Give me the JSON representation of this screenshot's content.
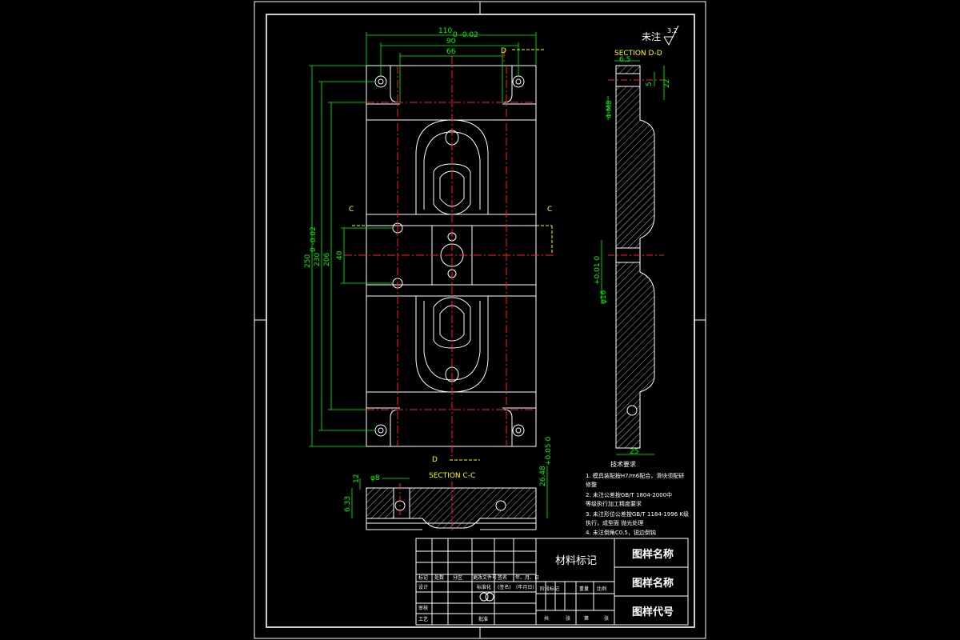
{
  "roughness": {
    "label": "未注",
    "value": "3.2"
  },
  "dims": {
    "w110": "110",
    "w110_tol": "0 -0.02",
    "w90": "90",
    "w66": "66",
    "h250": "250",
    "h250_tol": "0 -0.02",
    "h230": "230",
    "h206": "206",
    "h40": "40",
    "d8": "φ8",
    "d633": "6.33",
    "d12": "12",
    "d2648": "26.48",
    "d2648_tol": "+0.05 0",
    "sd65": "6.5",
    "sd5": "5",
    "sd22": "22",
    "sd4m8": "4-M8",
    "sd16": "φ16",
    "sd16_tol": "+0.01 0",
    "sd25": "25"
  },
  "markers": {
    "c_left": "C",
    "c_right": "C",
    "d_top": "D",
    "d_bottom": "D"
  },
  "sections": {
    "dd": "SECTION D-D",
    "cc": "SECTION C-C"
  },
  "notes": {
    "title": "技术要求",
    "items": [
      "1. 模具装配按H7/m6配合，滑块须配研",
      "   修整",
      "2. 未注公差按GB/T 1804-2000中",
      "   等级执行加工精度要求",
      "3. 未注形位公差按GB/T 1184-1996 K级",
      "   执行，成型面 抛光处理",
      "4. 未注倒角C0.5，锐边倒钝"
    ]
  },
  "title_block": {
    "material": "材料标记",
    "name1": "图样名称",
    "name2": "图样名称",
    "code": "图样代号",
    "row_headers": [
      "标记",
      "处数",
      "分区",
      "更改文件号",
      "签名",
      "年、月、日"
    ],
    "designer": "设计",
    "standard": "标准化",
    "stage": [
      "阶段标记",
      "重量",
      "比例"
    ],
    "sign": "(签名)",
    "date": "(年月日)",
    "audit": "审核",
    "process": "工艺",
    "approve": "批准",
    "sheet": [
      "共",
      "张",
      "第",
      "张"
    ]
  }
}
